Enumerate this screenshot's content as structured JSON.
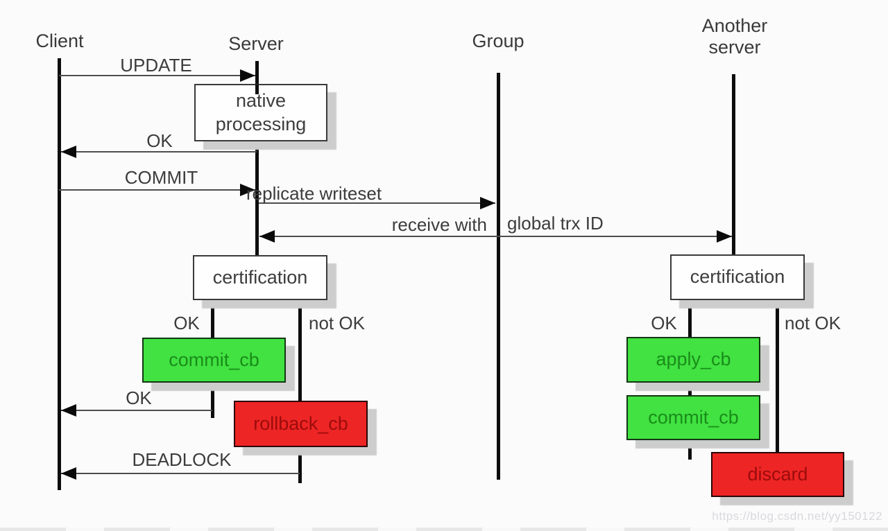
{
  "title_row": {
    "client": "Client",
    "server": "Server",
    "group": "Group",
    "another_server": "Another server"
  },
  "messages": {
    "update": "UPDATE",
    "ok_native": "OK",
    "commit": "COMMIT",
    "replicate_writeset": "replicate writeset",
    "receive_with": "receive with",
    "global_trx_id": "global trx ID",
    "ok_commit": "OK",
    "deadlock": "DEADLOCK"
  },
  "process_boxes": {
    "native_processing": "native processing",
    "certification_left": "certification",
    "certification_right": "certification",
    "commit_cb_left": "commit_cb",
    "rollback_cb": "rollback_cb",
    "apply_cb": "apply_cb",
    "commit_cb_right": "commit_cb",
    "discard": "discard"
  },
  "branch_labels": {
    "left_ok": "OK",
    "left_not_ok": "not OK",
    "right_ok": "OK",
    "right_not_ok": "not OK"
  },
  "watermark": "https://blog.csdn.net/yy150122",
  "colors": {
    "success_green": "#41e241",
    "failure_red": "#ee2525",
    "green_text": "#1a8c1a",
    "red_text": "#9c0c0c",
    "line_black": "#0d0d0d",
    "arrow_gray": "#4d4d4d",
    "label_gray": "#3d3d3d",
    "shadow_gray": "#cdcdcd"
  }
}
